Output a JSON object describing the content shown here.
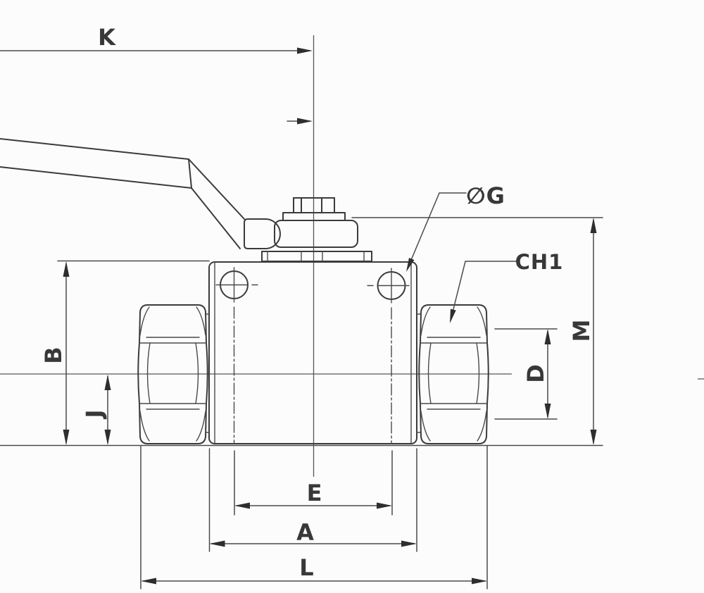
{
  "drawing": {
    "kind": "technical-drawing",
    "subject": "Ball valve with lever handle, front elevation with dimension callouts",
    "colors": {
      "background": "#fcfcfc",
      "line": "#3b3b3b",
      "text": "#383838"
    }
  },
  "labels": {
    "k": "K",
    "b": "B",
    "j": "J",
    "e": "E",
    "a": "A",
    "l": "L",
    "d": "D",
    "m": "M",
    "ch1": "CH1",
    "g": "∅G"
  }
}
